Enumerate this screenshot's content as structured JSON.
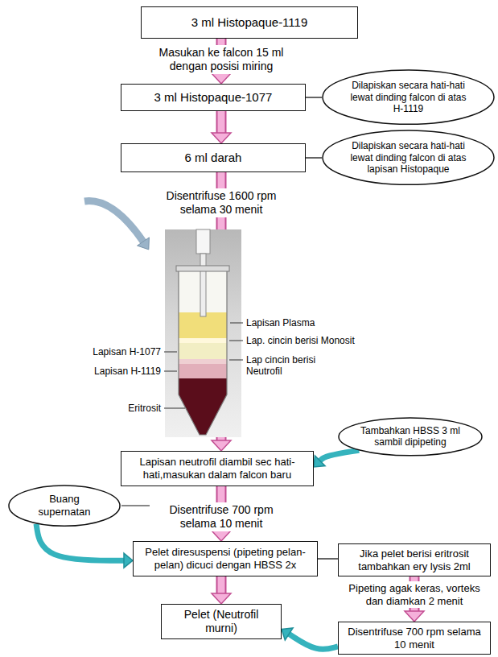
{
  "diagram": {
    "nodes": [
      {
        "text": [
          "3 ml Histopaque-1119"
        ]
      },
      {
        "text": [
          "3 ml Histopaque-1077"
        ]
      },
      {
        "text": [
          "Dilapiskan secara hati-hati lewat dinding falcon di atas H-1119"
        ]
      },
      {
        "text": [
          "6 ml darah"
        ]
      },
      {
        "text": [
          "Dilapiskan secara hati-hati lewat dinding falcon di atas lapisan Histopaque"
        ]
      },
      {
        "text": [
          "Lapisan neutrofil diambil sec hati-hati,masukan dalam falcon baru"
        ]
      },
      {
        "text": [
          "Tambahkan HBSS 3 ml sambil dipipeting"
        ]
      },
      {
        "text": [
          "Buang supernatan"
        ]
      },
      {
        "text": [
          "Pelet diresuspensi (pipeting pelan-pelan) dicuci dengan HBSS 2x"
        ]
      },
      {
        "text": [
          "Jika pelet berisi eritrosit tambahkan ery lysis 2ml"
        ]
      },
      {
        "text": [
          "Pelet (Neutrofil murni)"
        ]
      },
      {
        "text": [
          "Disentrifuse 700 rpm selama 10 menit"
        ]
      }
    ],
    "edges": [
      {
        "from": 0,
        "to": 1,
        "arrow": "to",
        "label": "Masukan ke falcon 15 ml dengan posisi miring"
      },
      {
        "from": 2,
        "to": 1,
        "arrow": "none"
      },
      {
        "from": 1,
        "to": 3,
        "arrow": "to"
      },
      {
        "from": 4,
        "to": 3,
        "arrow": "none"
      },
      {
        "from": 3,
        "to": 5,
        "arrow": "to",
        "label": "Disentrifuse 1600 rpm selama 30 menit"
      },
      {
        "from": 6,
        "to": 5,
        "arrow": "to"
      },
      {
        "from": 5,
        "to": 8,
        "arrow": "to",
        "label": "Disentrifuse 700 rpm selama 10 menit"
      },
      {
        "from": 7,
        "to": 8,
        "arrow": "to"
      },
      {
        "from": 9,
        "to": 8,
        "arrow": "none"
      },
      {
        "from": 8,
        "to": 10,
        "arrow": "to"
      },
      {
        "from": 9,
        "to": 11,
        "arrow": "to",
        "label": "Pipeting agak keras, vorteks dan diamkan 2 menit"
      },
      {
        "from": 11,
        "to": 10,
        "arrow": "to"
      }
    ],
    "labels": [
      "Lapisan Plasma",
      "Lap. cincin berisi Monosit",
      "Lapisan H-1077",
      "Lap cincin berisi Neutrofil",
      "Lapisan H-1119",
      "Eritrosit"
    ]
  }
}
